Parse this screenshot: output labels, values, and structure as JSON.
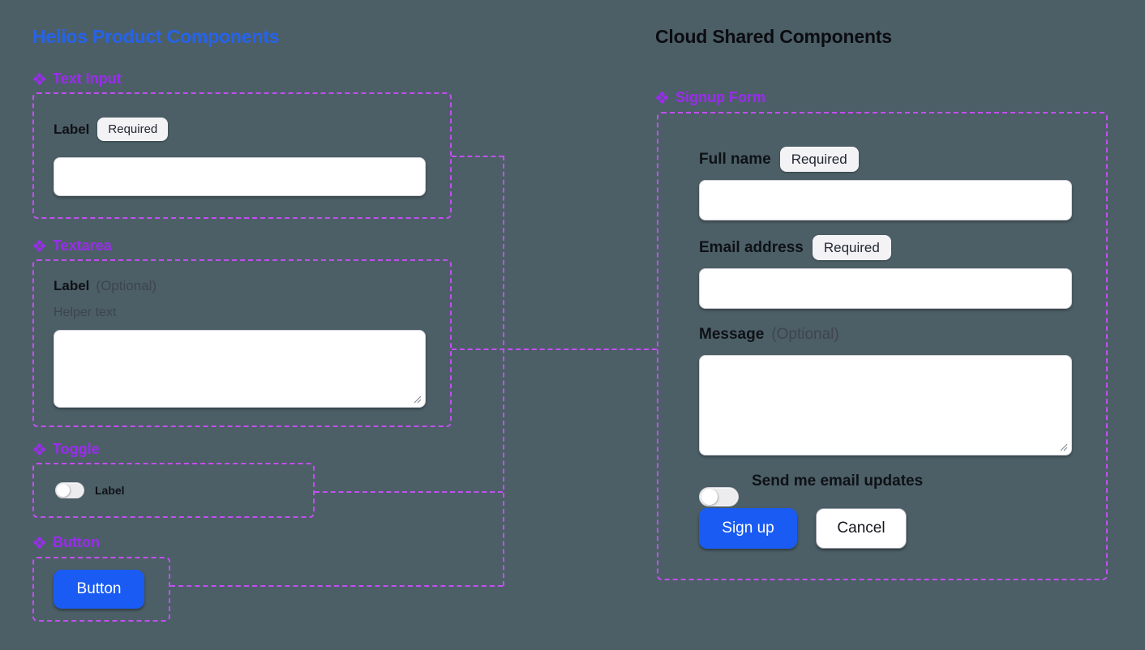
{
  "colors": {
    "background": "#4C5F66",
    "heading_blue": "#2563EB",
    "heading_dark": "#0B0C11",
    "component_purple": "#9B2BEF",
    "dashed_outline": "#C24FF2",
    "primary_button_blue": "#1A5CF3",
    "badge_background": "#F3F3F6"
  },
  "icons": {
    "component": "component-diamond-icon",
    "resize": "resize-handle-icon"
  },
  "left_panel": {
    "title": "Helios Product Components",
    "text_input": {
      "section_label": "Text Input",
      "field_label": "Label",
      "badge": "Required",
      "input_value": "",
      "input_placeholder": ""
    },
    "textarea": {
      "section_label": "Textarea",
      "field_label": "Label",
      "optional_note": "(Optional)",
      "helper_text": "Helper text",
      "textarea_value": ""
    },
    "toggle": {
      "section_label": "Toggle",
      "toggle_label": "Label",
      "state": "off"
    },
    "button": {
      "section_label": "Button",
      "button_label": "Button"
    }
  },
  "right_panel": {
    "title": "Cloud Shared Components",
    "signup_form": {
      "section_label": "Signup Form",
      "full_name": {
        "label": "Full name",
        "badge": "Required",
        "value": "",
        "placeholder": ""
      },
      "email": {
        "label": "Email address",
        "badge": "Required",
        "value": "",
        "placeholder": ""
      },
      "message": {
        "label": "Message",
        "optional_note": "(Optional)",
        "value": ""
      },
      "updates_toggle": {
        "label": "Send me email updates",
        "state": "off"
      },
      "submit_label": "Sign up",
      "cancel_label": "Cancel"
    }
  }
}
